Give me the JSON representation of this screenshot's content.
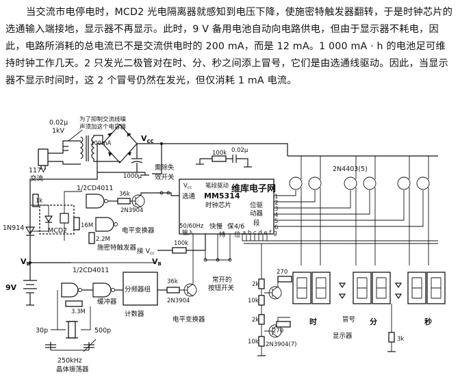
{
  "paragraph": [
    "当交流市电停电时，MCD2 光电隔离器就感知到电压下降，使施密特触发器翻转，于是时钟芯片的选通输入端接地，显示器不再显示。此时，9 V 备用电池自动向电路供电，但由于显示器不耗电，因此，电路所消耗的总电流已不是交流供电时的 200 mA，而是 12 mA。1 000 mA · h 的电池足可维持时钟工作几天。2 只发光二极管对在时、分、秒之间添上冒号，它们是由选通线驱动。因此，当显示器不显示时间时，这 2 个冒号仍然在发光，但仅消耗 1 mA 电流。"
  ],
  "schematic": {
    "cap_note": "0.02μ",
    "cap_kv": "1kV",
    "note_line1": "为了抑制交流线噪",
    "note_line2": "声须加这个电容器",
    "transformer_ma": "300mA",
    "vcc": "V",
    "vcc_sub": "cc",
    "cap_1000": "1000μ",
    "ac_voltage": "117V",
    "ac_label": "交流",
    "r_1k": "1k",
    "ic_4011_top": "1/2CD4011",
    "r_36k_top": "36k",
    "fail_safe_1": "需除失",
    "fail_safe_2": "效开关",
    "q_2n3904_top": "2N3904",
    "ic_power": "V",
    "ic_power_sub": "cc",
    "ic_seg_label": "笔段驱动",
    "ic_strobe": "选通",
    "ic_part": "MM5314",
    "ic_name": "时钟芯片",
    "ic_digit_1": "位驱",
    "ic_digit_2": "动器",
    "ic_seg_short": "段",
    "ic_pins": "a b c d e f g",
    "ic_hz_1": "50/60Hz",
    "ic_hz_2": "输入",
    "ic_fast": "快慢",
    "ic_hold": "保",
    "ic_hold2": "持",
    "ic_46": "4/6",
    "ic_pos": "位",
    "r_100k_top": "100k",
    "cap_002_top": "0.02μ",
    "q_2n4403": "2N4403(5)",
    "pins_right": [
      "1",
      "2",
      "3",
      "4",
      "5",
      "6"
    ],
    "diode": "1N914",
    "opto": "MCD2",
    "r_16m": "16M",
    "r_22m": "2.2M",
    "schmitt": "施密特触发器",
    "level_conv_top": "电平变换器",
    "r_100k_mid": "100k",
    "to_vcc": "接",
    "to_vcc_v": "V",
    "to_vcc_sub": "cc",
    "vb": "V",
    "vb_sub": "B",
    "ic_4011_bot": "1/2CD4011",
    "vb2": "V",
    "vb2_sub": "B",
    "battery": "9V",
    "r_33m": "3.3M",
    "buffer": "缓冲器",
    "divider": "分频器组",
    "counter": "计数器",
    "r_36k_bot": "36k",
    "q_2n3904_bot": "2N3904",
    "level_conv_bot": "电平变换器",
    "switch_1": "常开的",
    "switch_2": "按钮开关",
    "r_2k_a": "2k",
    "r_10k_a": "10k",
    "r_270_a": "270",
    "r_2k_b": "2k",
    "r_10k_b": "10k",
    "r_270_b": "270",
    "q_2n3904_7": "2N3904(7)",
    "c_30p": "30p",
    "c_500p": "500p",
    "xtal_freq": "250kHz",
    "xtal_label": "晶体振荡器",
    "hour": "时",
    "colon": "冒号",
    "minute": "分",
    "second": "秒",
    "display": "显示器",
    "r_3k": "3k",
    "watermark": "维库电子网"
  }
}
